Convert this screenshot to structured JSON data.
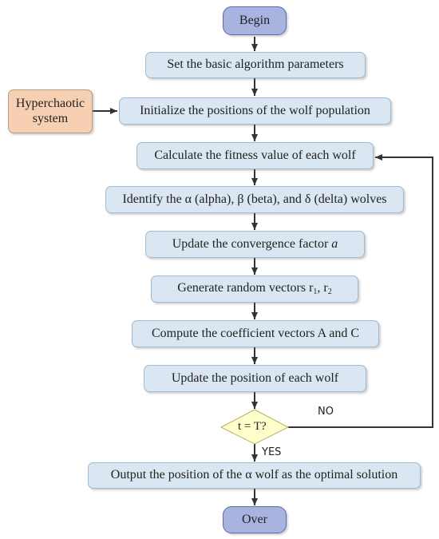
{
  "nodes": {
    "begin": "Begin",
    "set_params": "Set the basic algorithm parameters",
    "hyperchaotic_line1": "Hyperchaotic",
    "hyperchaotic_line2": "system",
    "init_positions": "Initialize the positions of the wolf population",
    "calc_fitness": "Calculate the fitness value of each wolf",
    "identify_wolves": "Identify the α (alpha), β (beta), and δ (delta) wolves",
    "update_convergence_prefix": "Update the convergence factor",
    "update_convergence_symbol": "a",
    "generate_vectors_prefix": "Generate random vectors r",
    "generate_vectors_sub1": "1",
    "generate_vectors_mid": ", r",
    "generate_vectors_sub2": "2",
    "compute_coefficients": "Compute the coefficient vectors A and C",
    "update_position": "Update the position of each wolf",
    "decision": "t = T?",
    "output": "Output the position of the α wolf as the optimal solution",
    "over": "Over"
  },
  "edge_labels": {
    "no": "NO",
    "yes": "YES"
  },
  "colors": {
    "process_fill": "#dae6f1",
    "terminal_fill": "#a9b3df",
    "external_fill": "#f7cfb3",
    "decision_fill": "#ffffcc",
    "line": "#333333"
  }
}
